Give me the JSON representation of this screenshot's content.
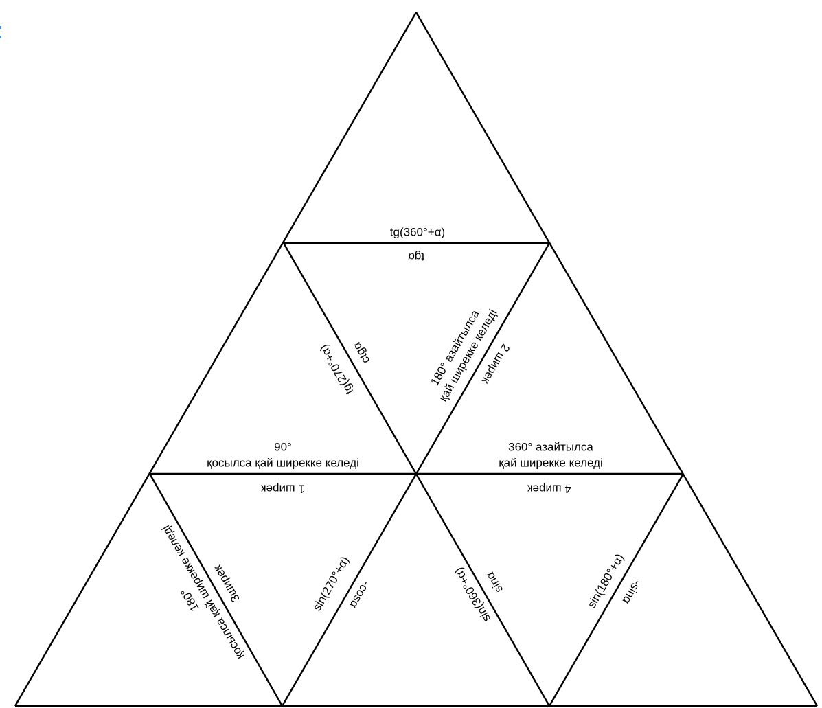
{
  "puzzle": {
    "top": {
      "outer": "tg(360°+α)",
      "inner": "tgα"
    },
    "mid_left_edge": {
      "a": "ctgα",
      "b": "tg(270°+α)"
    },
    "mid_right_edge": {
      "a1": "180° азайтылса",
      "a2": "қай ширекке келеді",
      "b": "2 ширек"
    },
    "row2_left": {
      "a1": "90°",
      "a2": "қосылса қай ширекке келеді",
      "b": "1 ширек"
    },
    "row2_right": {
      "a1": "360° азайтылса",
      "a2": "қай ширекке келеді",
      "b": "4 ширек"
    },
    "bottom_edge1": {
      "a": "3ширек",
      "b1": "180°",
      "b2": "қосылса қай ширекке келеді"
    },
    "bottom_edge2": {
      "a": "sin(270°+α)",
      "b": "-cosα"
    },
    "bottom_edge3": {
      "a": "sinα",
      "b": "sin(360°+α)"
    },
    "bottom_edge4": {
      "a": "sin(180°+α)",
      "b": "-sinα"
    }
  }
}
